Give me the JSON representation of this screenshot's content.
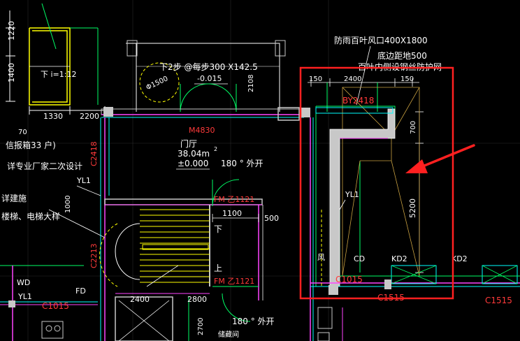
{
  "drawing": {
    "dims": {
      "d1220": "1220",
      "d1400": "1400",
      "d1330": "1330",
      "d2200": "2200",
      "d2108": "2108",
      "d150a": "150",
      "d2400a": "2400",
      "d150b": "150",
      "d700": "700",
      "d5200": "5200",
      "d1000": "1000",
      "d1100": "1100",
      "d500": "500",
      "d2400b": "2400",
      "d2800": "2800",
      "d2700": "2700",
      "d70": "70"
    },
    "labels": {
      "slope": "下  i=1:12",
      "stair_note": "下2步 @每步300 X142.5",
      "elev1": "-0.015",
      "circle_dia": "Φ1500",
      "door_m": "M4830",
      "hall": "门厅",
      "area": "38.04m",
      "area_sup": "2",
      "elev0": "±0.000",
      "open180a": "180 ° 外开",
      "open180b": "180 ° 外开",
      "fm1": "FM 乙1121",
      "fm2": "FM 乙1121",
      "up": "上",
      "down": "下",
      "c2418": "C2418",
      "c2213": "C2213",
      "c1015a": "C1015",
      "c1015b": "C1015",
      "c1515a": "C1515",
      "c1515b": "C1515",
      "yl1a": "YL1",
      "yl1b": "YL1",
      "yl1c": "YL1",
      "wd": "WD",
      "fd": "FD",
      "cd": "CD",
      "kd2a": "KD2",
      "kd2b": "KD2",
      "by2418": "BY2418",
      "louver": "防雨百叶风口400X1800",
      "base_note": "底边距地500",
      "mesh_note": "百叶内侧设钢丝防护网",
      "feng": "风",
      "info_box": "信报箱33 户)",
      "vendor": "详专业厂家二次设计",
      "detail1": "详建施",
      "detail2": "楼梯、电梯大样",
      "storage": "储藏间"
    },
    "colors": {
      "wall": "#c8c8c8",
      "magenta": "#ff44ff",
      "cyan": "#00ffff",
      "green": "#00ff66",
      "yellow": "#ffff00",
      "red_anno": "#ff2020",
      "text_white": "#ffffff",
      "text_red": "#ff3a3a"
    }
  }
}
